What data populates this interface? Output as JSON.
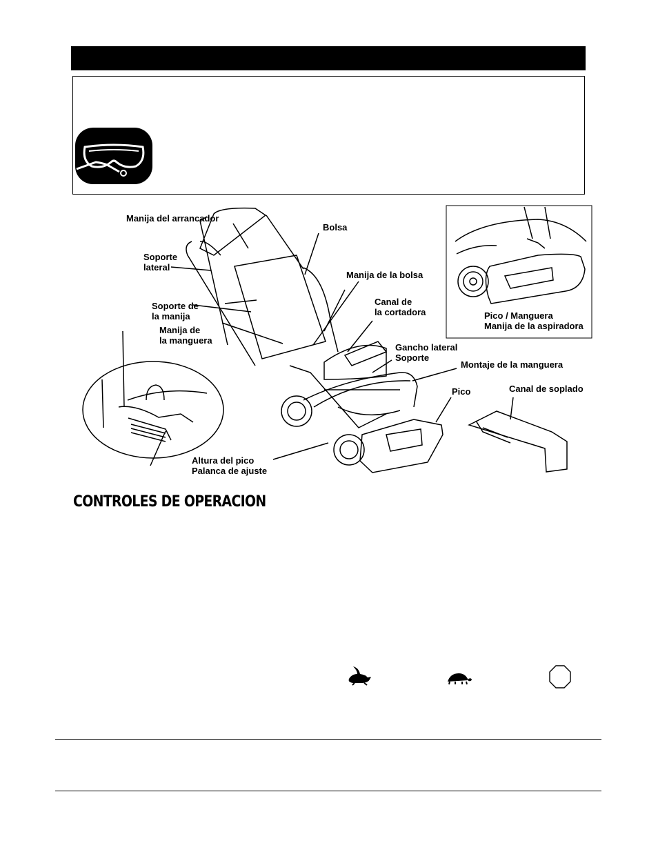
{
  "labels": {
    "starter_handle": "Manija del arrancador",
    "side_support": "Soporte\nlateral",
    "handle_support": "Soporte de\nla manija",
    "hose_handle": "Manija de\nla manguera",
    "bag": "Bolsa",
    "bag_handle": "Manija de la bolsa",
    "cutter_channel": "Canal de\nla cortadora",
    "side_hook": "Gancho lateral\nSoporte",
    "hose_assembly": "Montaje de la manguera",
    "nozzle": "Pico",
    "blower_chute": "Canal de soplado",
    "nozzle_height": "Altura del pico\nPalanca de ajuste",
    "inset_caption": "Pico / Manguera\nManija de la aspiradora"
  },
  "section": {
    "title": "CONTROLES DE OPERACION"
  },
  "icons": {
    "safety": "safety-goggles-icon",
    "fast": "rabbit-icon",
    "slow": "turtle-icon",
    "stop": "stop-icon"
  }
}
